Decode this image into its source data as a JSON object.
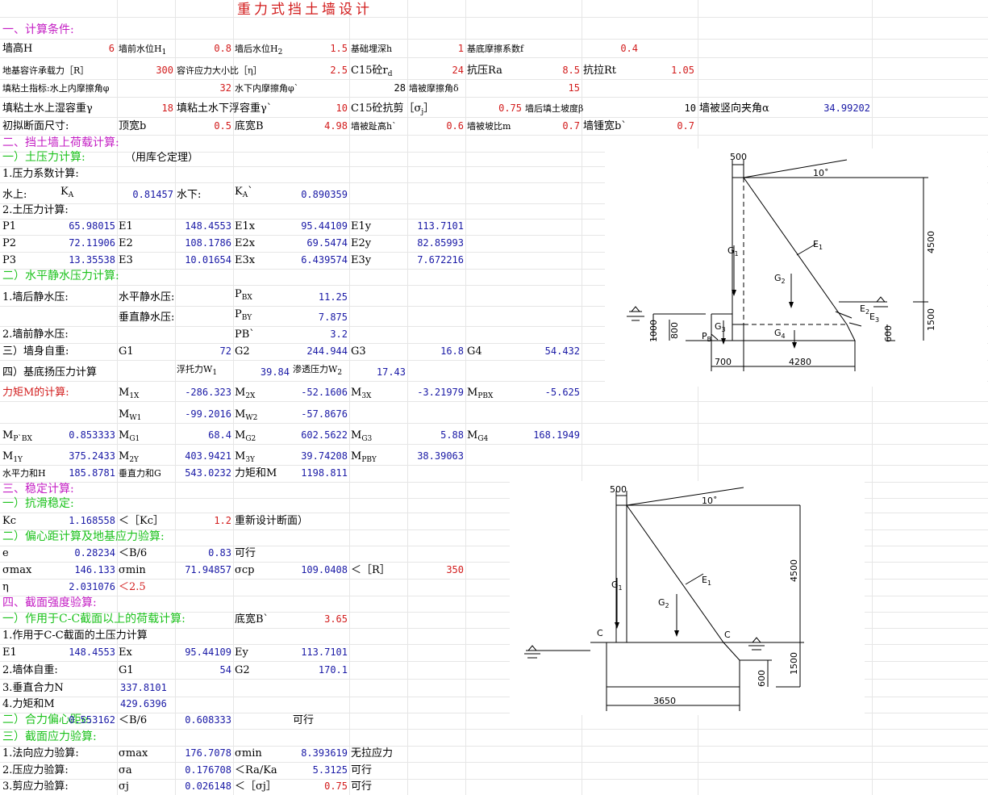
{
  "title": "重力式挡土墙设计",
  "s1": "一、计算条件:",
  "r1": {
    "a": "墙高H",
    "av": "6",
    "b": "墙前水位H",
    "bs": "1",
    "bv": "0.8",
    "c": "墙后水位H",
    "cs": "2",
    "cv": "1.5",
    "d": "基础埋深h",
    "dv": "1",
    "e": "基底摩擦系数f",
    "ev": "0.4"
  },
  "r2": {
    "a": "地基容许承载力［R］",
    "av": "300",
    "b": "容许应力大小比［η］",
    "bv": "2.5",
    "c": "C15砼r",
    "cs": "d",
    "cv": "24",
    "d": "抗压Ra",
    "dv": "8.5",
    "e": "抗拉Rt",
    "ev": "1.05"
  },
  "r3": {
    "a": "填粘土指标:水上内摩擦角φ",
    "av": "32",
    "b": "水下内摩擦角φ`",
    "bv": "28",
    "c": "墙被摩擦角δ",
    "cv": "15"
  },
  "r4": {
    "a": "填粘土水上湿容重γ",
    "av": "18",
    "b": "填粘土水下浮容重γ`",
    "bv": "10",
    "c": "C15砼抗剪［σ",
    "cs": "j",
    "ce": "］",
    "cv": "0.75",
    "d": "墙后填土坡度β",
    "dv": "10",
    "e": "墙被竖向夹角α",
    "ev": "34.99202"
  },
  "r5": {
    "a": "初拟断面尺寸:",
    "b": "顶宽b",
    "bv": "0.5",
    "c": "底宽B",
    "cv": "4.98",
    "d": "墙被趾高h`",
    "dv": "0.6",
    "e": "墙被坡比m",
    "ev": "0.7",
    "f": "墙锺宽b`",
    "fv": "0.7"
  },
  "s2": "二、挡土墙上荷载计算:",
  "s21": "一）土压力计算:",
  "s21n": "（用库仑定理）",
  "l1": "1.压力系数计算:",
  "ka": {
    "a": "水上:",
    "k": "K",
    "ks": "A",
    "v1": "0.81457",
    "b": "水下:",
    "k2": "K",
    "k2s": "A",
    "k2e": "`",
    "v2": "0.890359"
  },
  "l2": "2.土压力计算:",
  "p": [
    [
      "P1",
      "65.98015",
      "E1",
      "148.4553",
      "E1x",
      "95.44109",
      "E1y",
      "113.7101"
    ],
    [
      "P2",
      "72.11906",
      "E2",
      "108.1786",
      "E2x",
      "69.5474",
      "E2y",
      "82.85993"
    ],
    [
      "P3",
      "13.35538",
      "E3",
      "10.01654",
      "E3x",
      "6.439574",
      "E3y",
      "7.672216"
    ]
  ],
  "s22": "二）水平静水压力计算:",
  "w1": {
    "a": "1.墙后静水压:",
    "b": "水平静水压:",
    "p": "P",
    "ps": "BX",
    "v": "11.25"
  },
  "w2": {
    "b": "垂直静水压:",
    "p": "P",
    "ps": "BY",
    "v": "7.875"
  },
  "w3": {
    "a": "2.墙前静水压:",
    "p": "PB`",
    "v": "3.2"
  },
  "g": {
    "a": "三）墙身自重:",
    "g1": "G1",
    "g1v": "72",
    "g2": "G2",
    "g2v": "244.944",
    "g3": "G3",
    "g3v": "16.8",
    "g4": "G4",
    "g4v": "54.432"
  },
  "uplift": {
    "a": "四）基底扬压力计算",
    "b": "浮托力W",
    "bs": "1",
    "bv": "39.84",
    "c": "渗透压力W",
    "cs": "2",
    "cv": "17.43"
  },
  "m1": {
    "a": "力矩M的计算:",
    "m": "M",
    "s1": "1X",
    "v1": "-286.323",
    "s2": "2X",
    "v2": "-52.1606",
    "s3": "3X",
    "v3": "-3.21979",
    "s4": "PBX",
    "v4": "-5.625"
  },
  "m2": {
    "s1": "W1",
    "v1": "-99.2016",
    "s2": "W2",
    "v2": "-57.8676"
  },
  "m3": {
    "s0": "P`BX",
    "v0": "0.853333",
    "s1": "G1",
    "v1": "68.4",
    "s2": "G2",
    "v2": "602.5622",
    "s3": "G3",
    "v3": "5.88",
    "s4": "G4",
    "v4": "168.1949"
  },
  "m4": {
    "s0": "1Y",
    "v0": "375.2433",
    "s1": "2Y",
    "v1": "403.9421",
    "s2": "3Y",
    "v2": "39.74208",
    "s3": "PBY",
    "v3": "38.39063"
  },
  "sum": {
    "a": "水平力和H",
    "av": "185.8781",
    "b": "垂直力和G",
    "bv": "543.0232",
    "c": "力矩和M",
    "cv": "1198.811"
  },
  "s3": "三、稳定计算:",
  "s31": "一）抗滑稳定:",
  "kc": {
    "a": "Kc",
    "av": "1.168558",
    "b": "＜［Kc］",
    "bv": "1.2",
    "c": "重新设计断面）"
  },
  "s32": "二）偏心距计算及地基应力验算:",
  "ecc": {
    "a": "e",
    "av": "0.28234",
    "b": "＜B/6",
    "bv": "0.83",
    "c": "可行"
  },
  "sig": {
    "a": "σmax",
    "av": "146.133",
    "b": "σmin",
    "bv": "71.94857",
    "c": "σcp",
    "cv": "109.0408",
    "d": "＜［R］",
    "dv": "350"
  },
  "eta": {
    "a": "η",
    "av": "2.031076",
    "b": "＜2.5"
  },
  "s4": "四、截面强度验算:",
  "s41": {
    "a": "一）作用于C-C截面以上的荷载计算:",
    "b": "底宽B`",
    "bv": "3.65"
  },
  "cc1": "1.作用于C-C截面的土压力计算",
  "cc2": {
    "a": "E1",
    "av": "148.4553",
    "b": "Ex",
    "bv": "95.44109",
    "c": "Ey",
    "cv": "113.7101"
  },
  "cc3": {
    "a": "2.墙体自重:",
    "b": "G1",
    "bv": "54",
    "c": "G2",
    "cv": "170.1"
  },
  "cc4": {
    "a": "3.垂直合力N",
    "av": "337.8101"
  },
  "cc5": {
    "a": "4.力矩和M",
    "av": "429.6396"
  },
  "s42": {
    "a": "二）合力偏心距e:",
    "av": "0.553162",
    "b": "＜B/6",
    "bv": "0.608333",
    "c": "可行"
  },
  "s43": "三）截面应力验算:",
  "st1": {
    "a": "1.法向应力验算:",
    "b": "σmax",
    "bv": "176.7078",
    "c": "σmin",
    "cv": "8.393619",
    "d": "无拉应力"
  },
  "st2": {
    "a": "2.压应力验算:",
    "b": "σa",
    "bv": "0.176708",
    "c": "＜Ra/Ka",
    "cv": "5.3125",
    "d": "可行"
  },
  "st3": {
    "a": "3.剪应力验算:",
    "b": "σj",
    "bv": "0.026148",
    "c": "＜［σj］",
    "cv": "0.75",
    "d": "可行"
  },
  "fig1": {
    "d500": "500",
    "ang": "10˚",
    "h4500": "4500",
    "h1500": "1500",
    "h1000": "1000",
    "h800": "800",
    "h600": "600",
    "w700": "700",
    "w4280": "4280",
    "G1": "G",
    "G1s": "1",
    "G2": "G",
    "G2s": "2",
    "G3": "G",
    "G3s": "3",
    "G4": "G",
    "G4s": "4",
    "E1": "E",
    "E1s": "1",
    "E2": "E",
    "E2s": "2",
    "E3": "E",
    "E3s": "3",
    "PB": "P",
    "PBs": "B"
  },
  "fig2": {
    "d500": "500",
    "ang": "10˚",
    "h4500": "4500",
    "h1500": "1500",
    "h600": "600",
    "w3650": "3650",
    "G1": "G",
    "G1s": "1",
    "G2": "G",
    "G2s": "2",
    "E1": "E",
    "E1s": "1",
    "C1": "C",
    "C2": "C"
  }
}
